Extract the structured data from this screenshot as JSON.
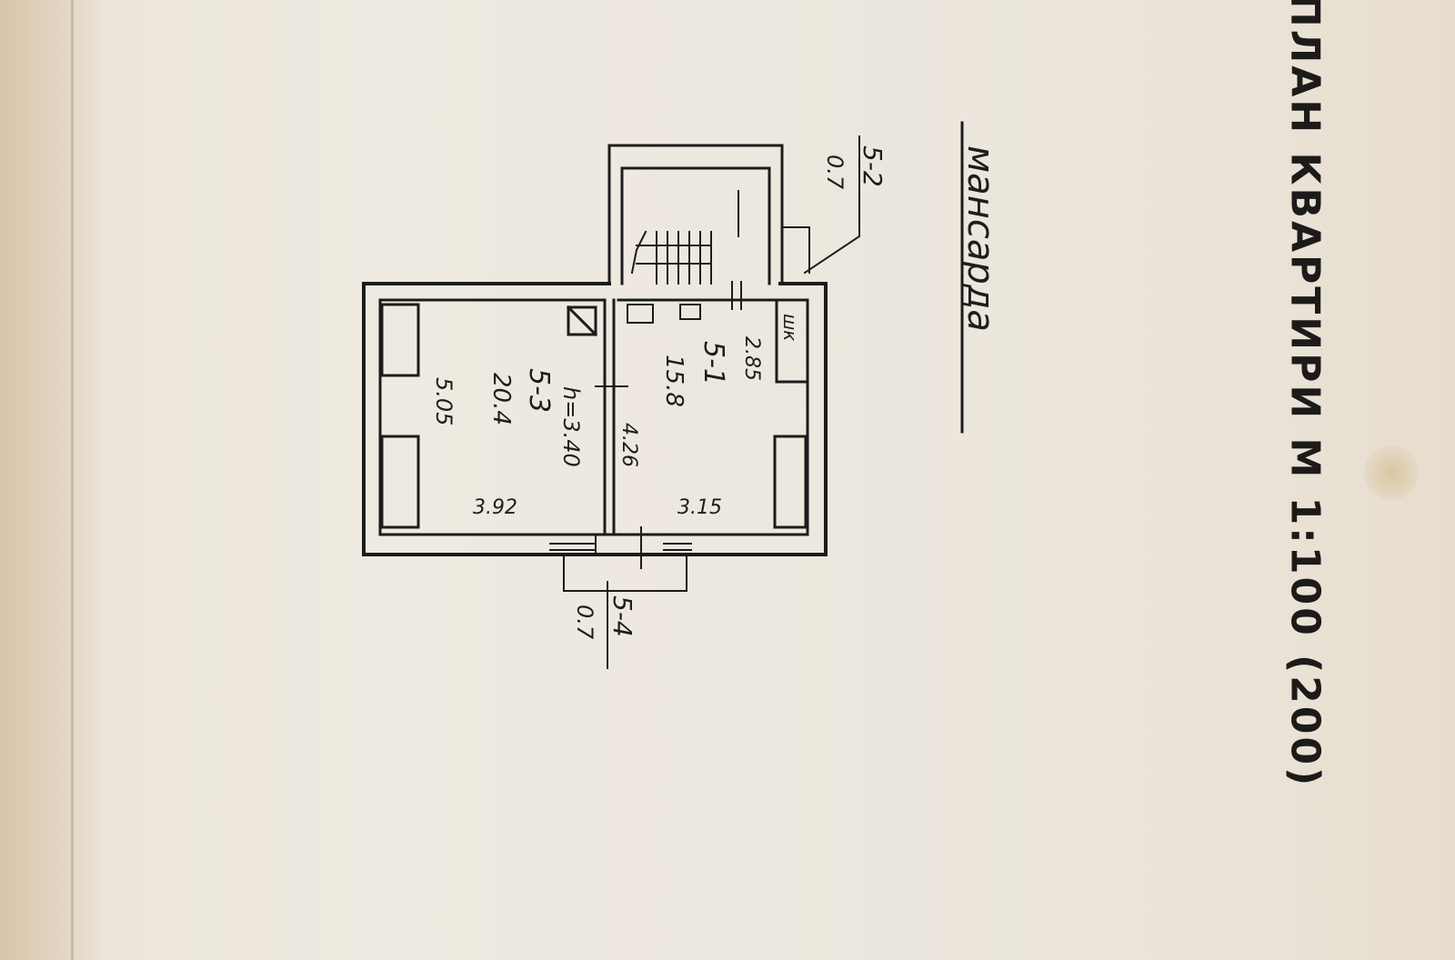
{
  "document": {
    "title": "ПЛАН КВАРТИРИ М 1:100 (200)",
    "floor_label": "мансарда"
  },
  "rooms": {
    "room_1": {
      "number": "5-1",
      "area": "15.8"
    },
    "room_3": {
      "number": "5-3",
      "area": "20.4"
    },
    "room_2": {
      "number": "5-2",
      "area": "0.7"
    },
    "room_4": {
      "number": "5-4",
      "area": "0.7"
    }
  },
  "dimensions": {
    "width_3_92": "3.92",
    "width_3_15": "3.15",
    "length_5_05": "5.05",
    "length_4_26": "4.26",
    "side_2_85": "2.85",
    "height": "h=3.40"
  },
  "annotations": {
    "closet_label": "шк"
  }
}
